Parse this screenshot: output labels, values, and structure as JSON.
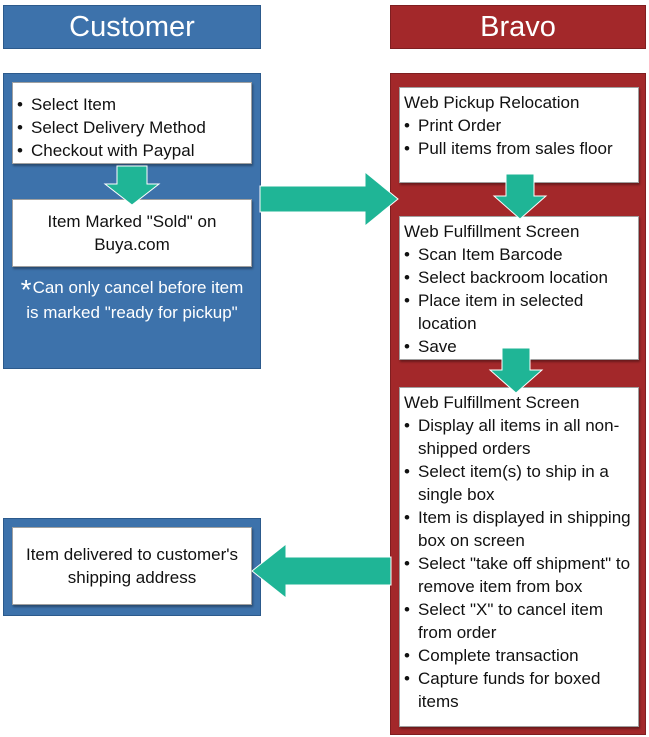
{
  "headers": {
    "customer": "Customer",
    "bravo": "Bravo"
  },
  "customer": {
    "box1": {
      "items": [
        "Select Item",
        "Select Delivery Method",
        "Checkout with Paypal"
      ]
    },
    "box2": {
      "text": "Item Marked \"Sold\" on Buya.com"
    },
    "note": {
      "marker": "*",
      "text": "Can only cancel before item is marked \"ready for pickup\""
    },
    "box3": {
      "text": "Item delivered to customer's shipping address"
    }
  },
  "bravo": {
    "box1": {
      "title": "Web Pickup Relocation",
      "items": [
        "Print Order",
        "Pull items from sales floor"
      ]
    },
    "box2": {
      "title": "Web Fulfillment Screen",
      "items": [
        "Scan Item Barcode",
        "Select backroom location",
        "Place item in selected location",
        "Save"
      ]
    },
    "box3": {
      "title": "Web Fulfillment Screen",
      "items": [
        "Display all items in all non-shipped orders",
        "Select item(s) to ship in a single box",
        "Item is displayed in shipping box on screen",
        "Select \"take off shipment\" to remove item from box",
        "Select \"X\" to cancel item from order",
        "Complete transaction",
        "Capture funds for boxed items"
      ]
    }
  },
  "colors": {
    "customer_blue": "#3d72ab",
    "bravo_red": "#a3282a",
    "arrow_teal": "#1fb596"
  }
}
